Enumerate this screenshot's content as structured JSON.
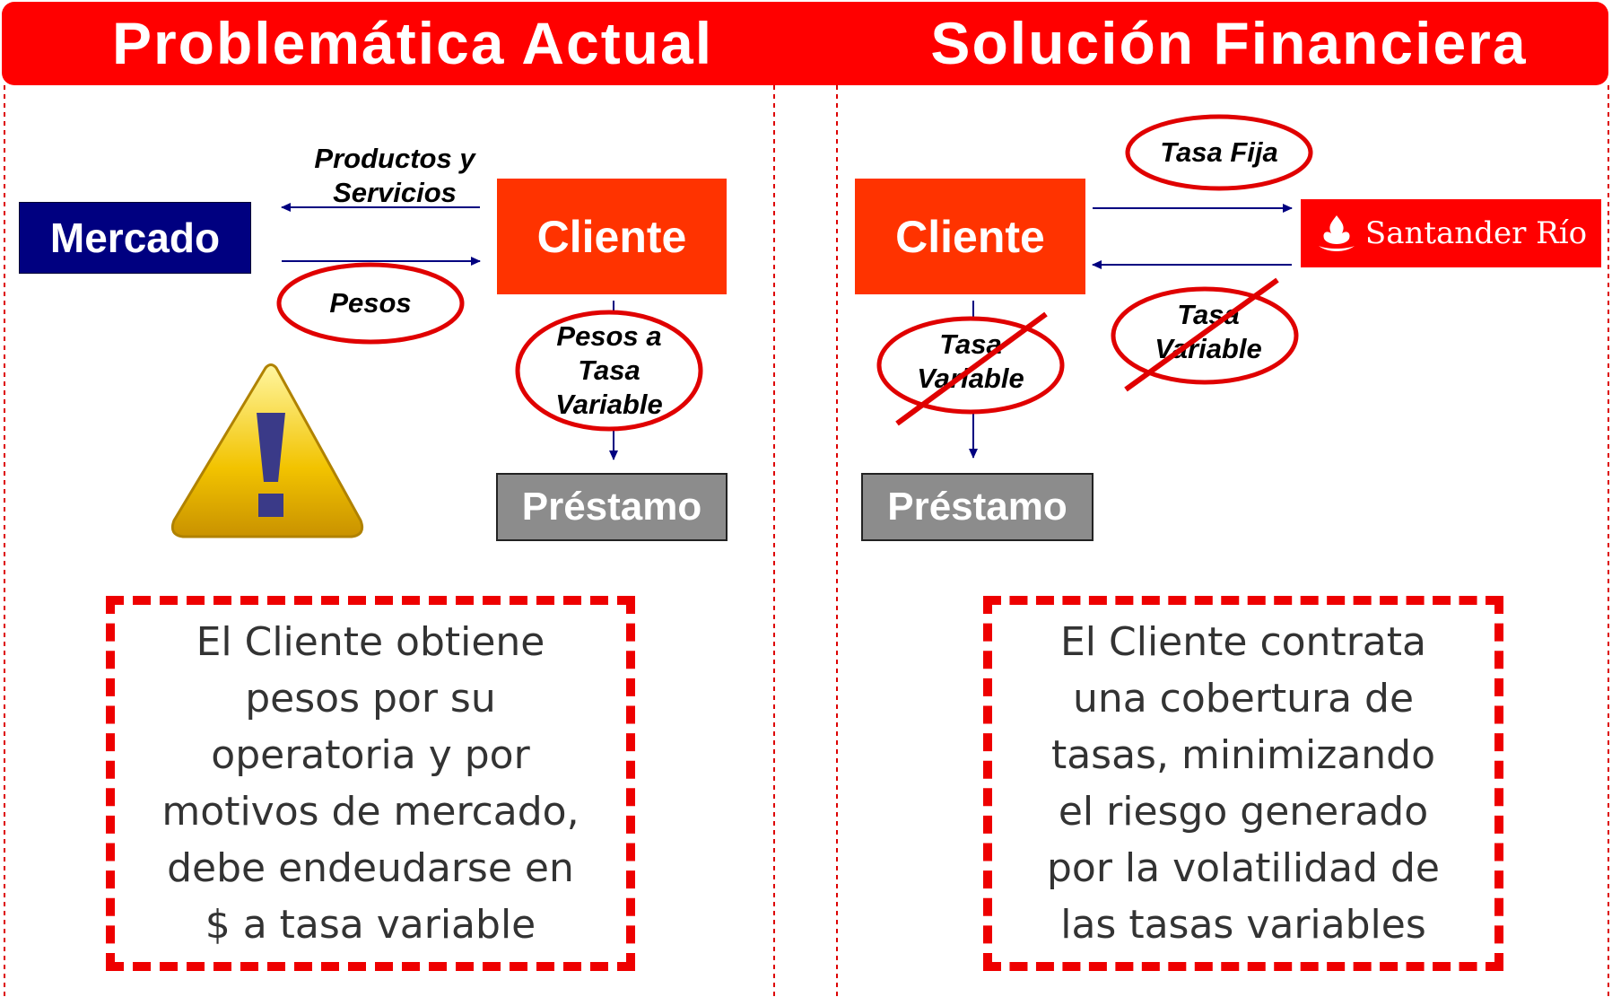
{
  "header": {
    "left_title": "Problemática Actual",
    "right_title": "Solución Financiera"
  },
  "left_panel": {
    "mercado": "Mercado",
    "cliente": "Cliente",
    "prestamo": "Préstamo",
    "arrow_top_label_1": "Productos y",
    "arrow_top_label_2": "Servicios",
    "arrow_bottom_label": "Pesos",
    "vertical_label_1": "Pesos a",
    "vertical_label_2": "Tasa",
    "vertical_label_3": "Variable",
    "warning_icon": "warning-triangle-icon",
    "description": "El Cliente obtiene\npesos por su\noperatoria y por\nmotivos de mercado,\ndebe endeudarse en\n$ a tasa variable"
  },
  "right_panel": {
    "cliente": "Cliente",
    "prestamo": "Préstamo",
    "bank_name": "Santander Río",
    "tasa_fija": "Tasa Fija",
    "crossed_label_left_1": "Tasa",
    "crossed_label_left_2": "Variable",
    "crossed_label_right_1": "Tasa",
    "crossed_label_right_2": "Variable",
    "bank_icon": "santander-flame-icon",
    "description": "El Cliente contrata\nuna cobertura de\ntasas, minimizando\nel riesgo generado\npor la volatilidad de\nlas tasas variables"
  },
  "colors": {
    "header_red": "#ff0000",
    "cliente_orange": "#ff3300",
    "mercado_navy": "#000080",
    "prestamo_gray": "#8c8c8c",
    "arrow_navy": "#000080",
    "dashed_red": "#ee0000",
    "warning_yellow": "#f5c400"
  }
}
